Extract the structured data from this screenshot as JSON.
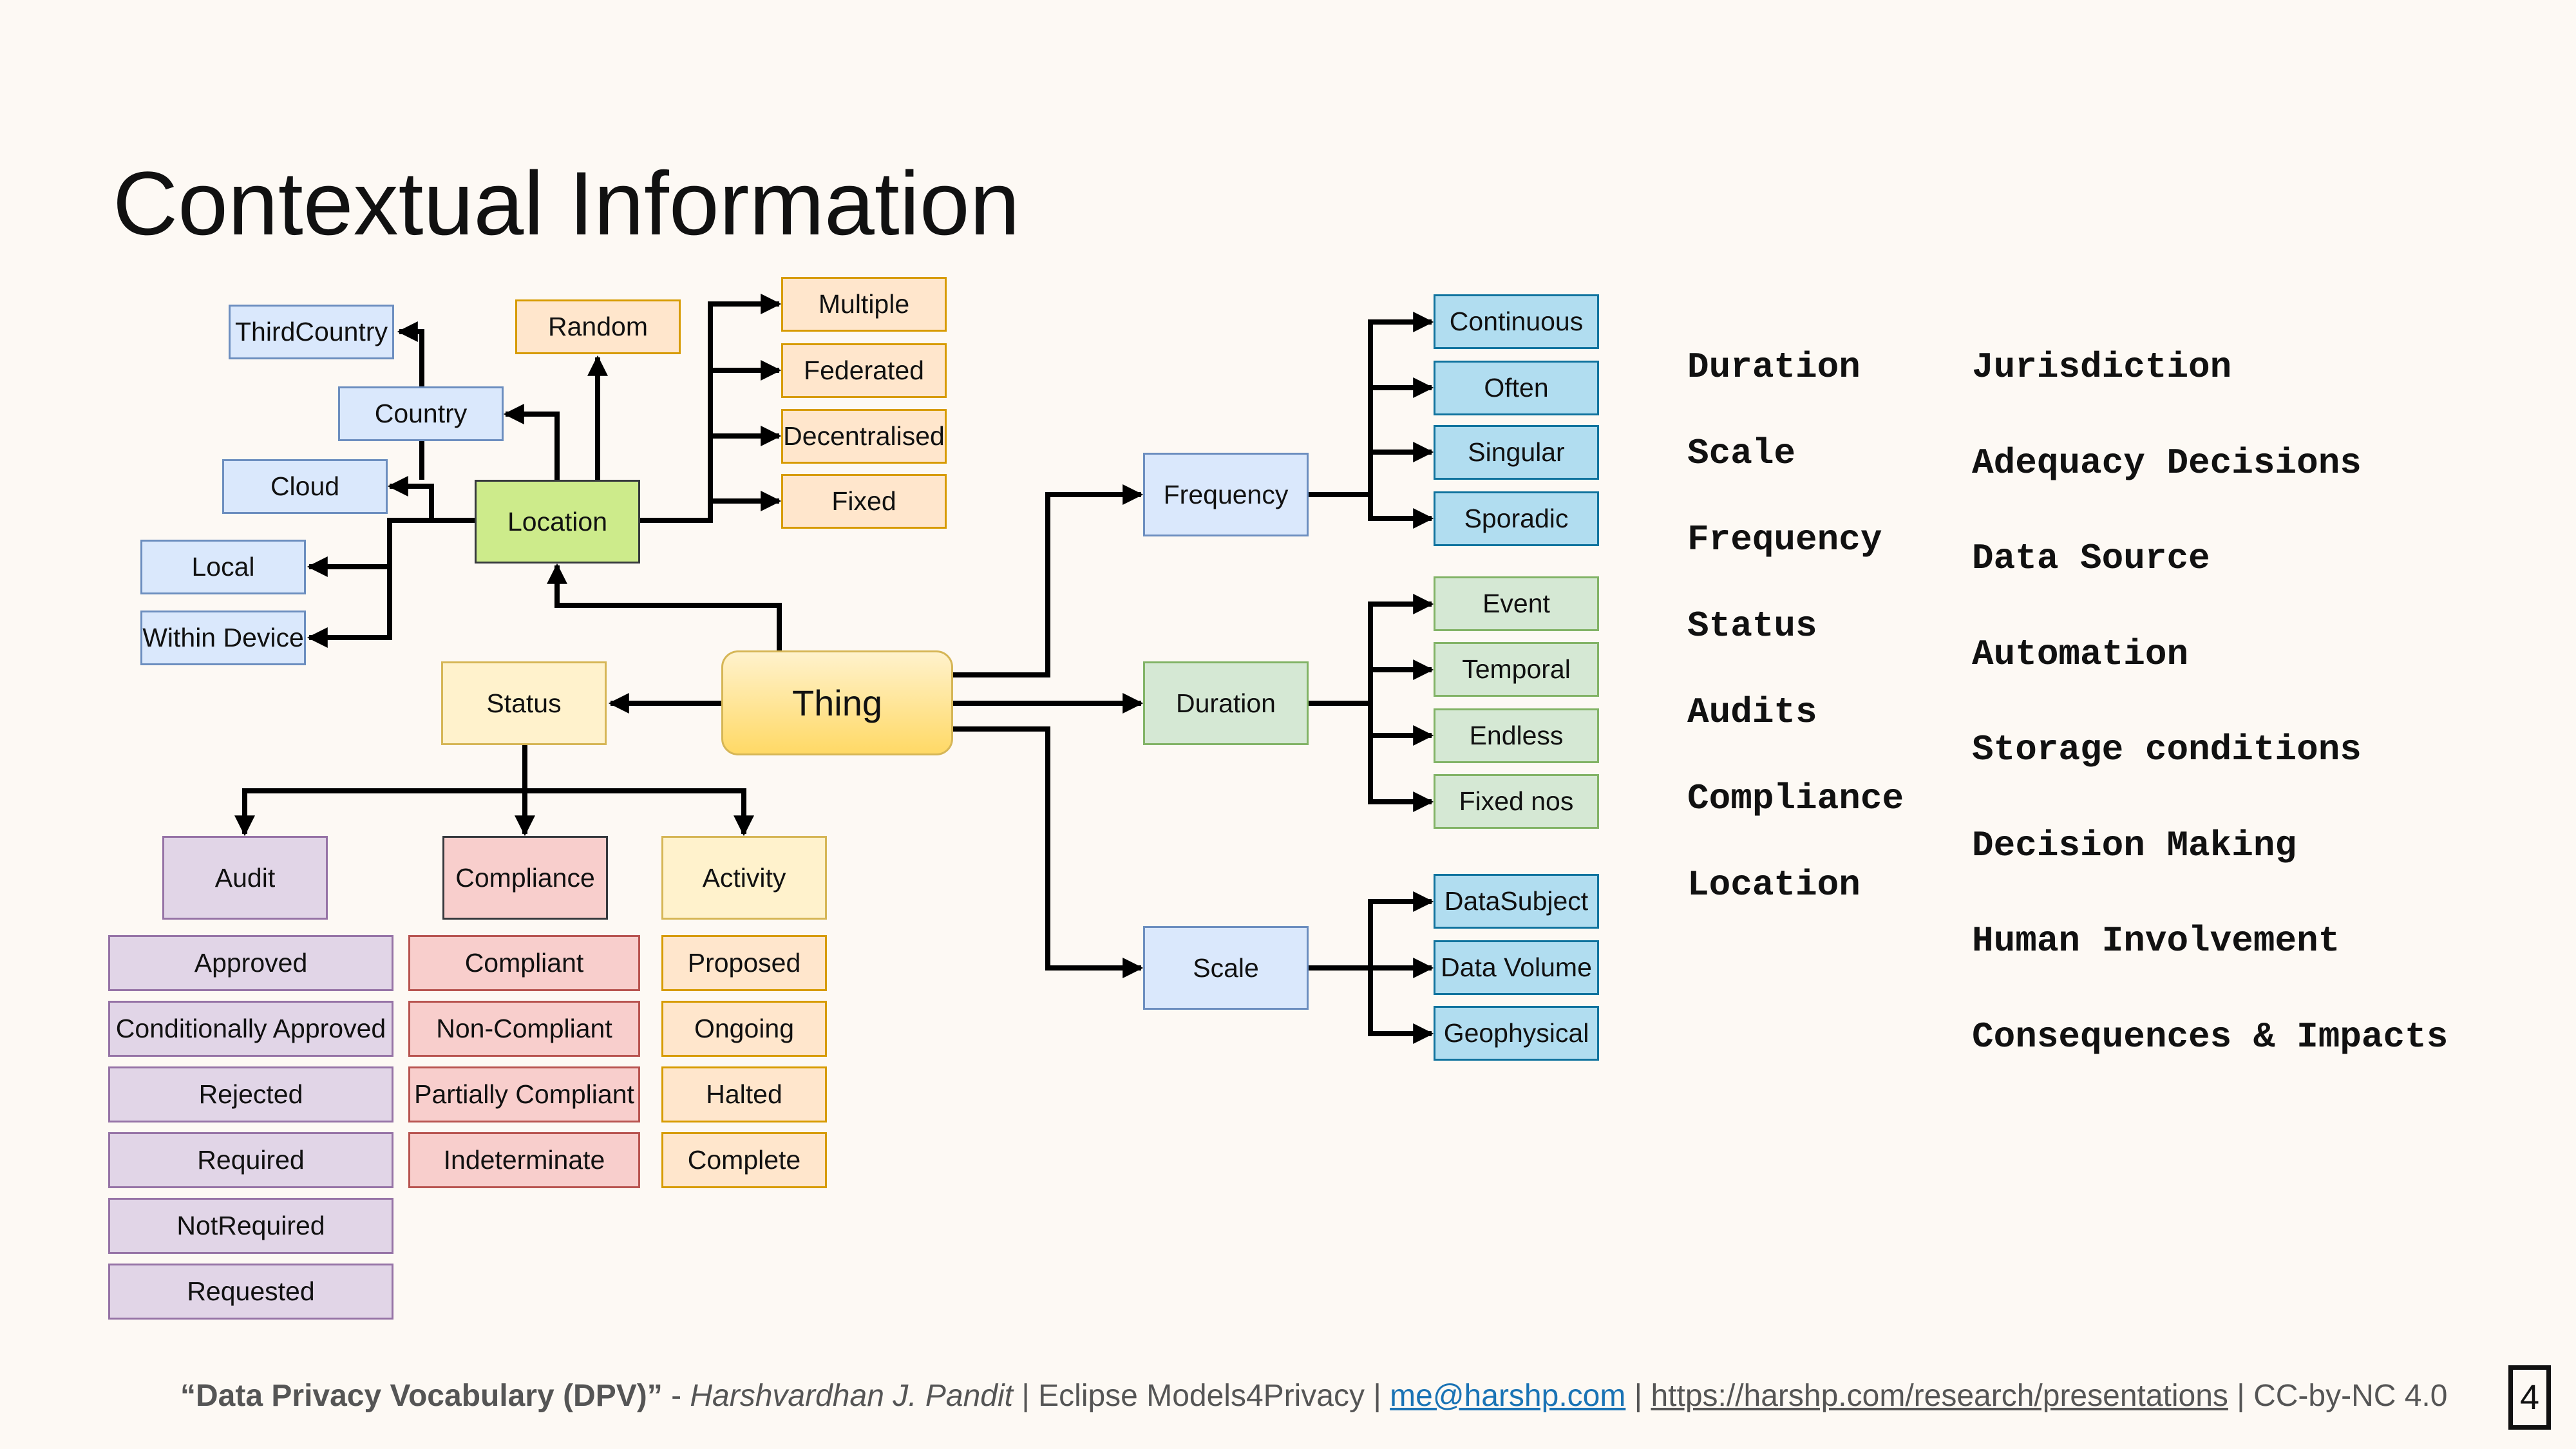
{
  "title": "Contextual Information",
  "nodes": {
    "thing": "Thing",
    "location": "Location",
    "thirdcountry": "ThirdCountry",
    "country": "Country",
    "cloud": "Cloud",
    "local": "Local",
    "within_device": "Within Device",
    "random": "Random",
    "multiple": "Multiple",
    "federated": "Federated",
    "decentralised": "Decentralised",
    "fixed": "Fixed",
    "status": "Status",
    "audit": "Audit",
    "compliance": "Compliance",
    "activity": "Activity",
    "frequency": "Frequency",
    "continuous": "Continuous",
    "often": "Often",
    "singular": "Singular",
    "sporadic": "Sporadic",
    "duration": "Duration",
    "event": "Event",
    "temporal": "Temporal",
    "endless": "Endless",
    "fixed_nos": "Fixed nos",
    "scale": "Scale",
    "datasubject": "DataSubject",
    "data_volume": "Data Volume",
    "geophysical": "Geophysical"
  },
  "audit_items": [
    "Approved",
    "Conditionally Approved",
    "Rejected",
    "Required",
    "NotRequired",
    "Requested"
  ],
  "compliance_items": [
    "Compliant",
    "Non-Compliant",
    "Partially Compliant",
    "Indeterminate"
  ],
  "activity_items": [
    "Proposed",
    "Ongoing",
    "Halted",
    "Complete"
  ],
  "keywords_left": [
    "Duration",
    "Scale",
    "Frequency",
    "Status",
    "Audits",
    "Compliance",
    "Location"
  ],
  "keywords_right": [
    "Jurisdiction",
    "Adequacy Decisions",
    "Data Source",
    "Automation",
    "Storage conditions",
    "Decision Making",
    "Human Involvement",
    "Consequences & Impacts"
  ],
  "footer": {
    "quote": "“Data Privacy Vocabulary (DPV)”",
    "dash": " - ",
    "author": "Harshvardhan J. Pandit",
    "sep1": " | Eclipse Models4Privacy | ",
    "email": "me@harshp.com",
    "sep2": " | ",
    "url": "https://harshp.com/research/presentations",
    "sep3": " | CC-by-NC 4.0"
  },
  "page_number": "4"
}
